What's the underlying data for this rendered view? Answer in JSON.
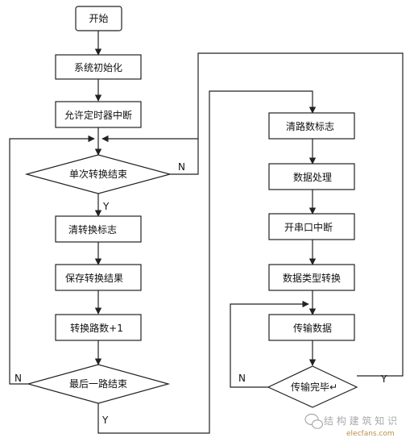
{
  "flowchart": {
    "start": "开始",
    "init": "系统初始化",
    "enable_timer_interrupt": "允许定时器中断",
    "single_conversion_done": "单次转换结束",
    "clear_conversion_flag": "清转换标志",
    "save_conversion_result": "保存转换结果",
    "channel_count_increment": "转换路数+1",
    "last_channel_done": "最后一路结束",
    "clear_channel_count_flag": "清路数标志",
    "data_processing": "数据处理",
    "enable_serial_interrupt": "开串口中断",
    "data_type_conversion": "数据类型转换",
    "transmit_data": "传输数据",
    "transmit_complete": "传输完毕↵"
  },
  "branch_labels": {
    "single_no": "N",
    "single_yes": "Y",
    "last_no": "N",
    "last_yes": "Y",
    "transmit_no": "N",
    "transmit_yes": "Y"
  },
  "watermark": {
    "text": "结 构 建 筑 知 识",
    "sub": "elecfans.com"
  }
}
